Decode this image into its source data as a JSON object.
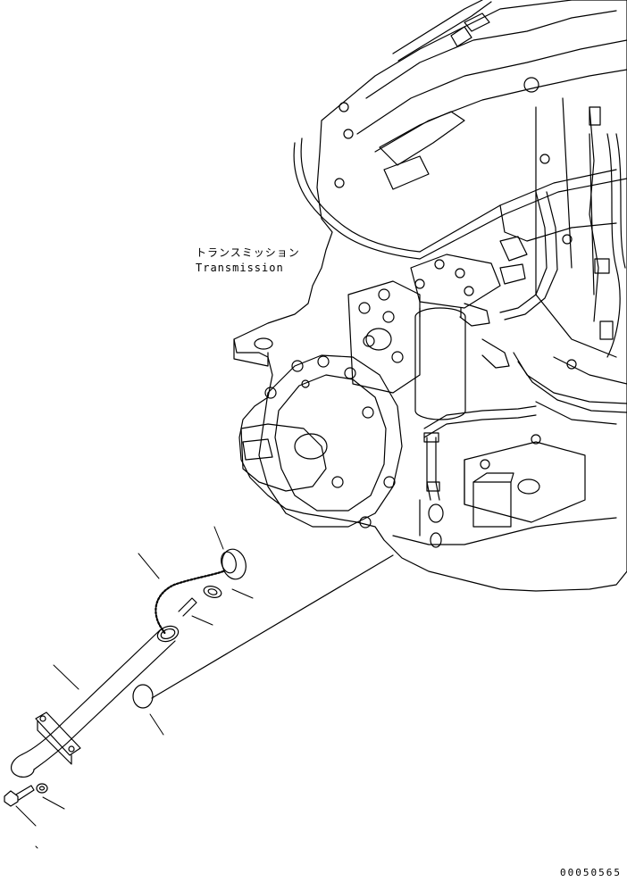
{
  "diagram": {
    "label_japanese": "トランスミッション",
    "label_english": "Transmission",
    "drawing_number": "00050565"
  },
  "colors": {
    "line": "#000000",
    "background": "#ffffff"
  }
}
